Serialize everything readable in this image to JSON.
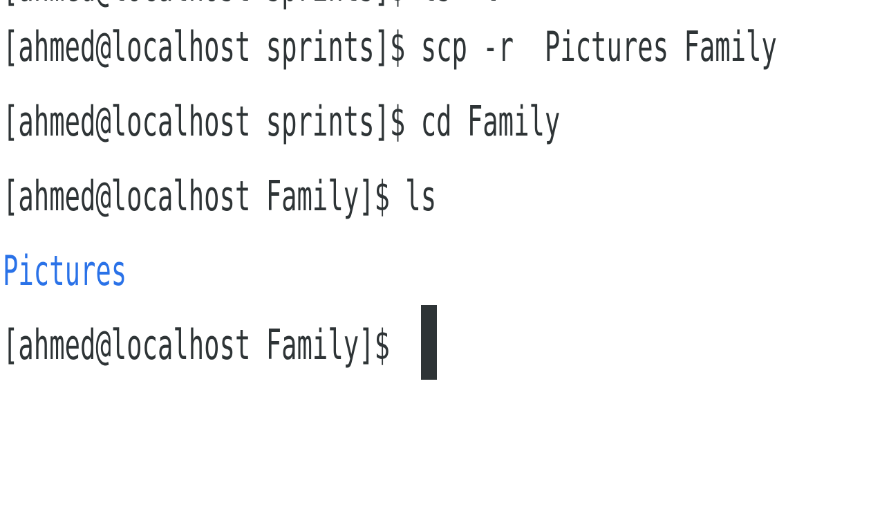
{
  "terminal": {
    "lines": [
      {
        "prompt": "[ahmed@localhost sprints]$",
        "command": " scp -r  Pictures Family"
      },
      {
        "prompt": "[ahmed@localhost sprints]$",
        "command": " cd Family"
      },
      {
        "prompt": "[ahmed@localhost Family]$",
        "command": " ls"
      }
    ],
    "output": [
      "Pictures"
    ],
    "current_prompt": "[ahmed@localhost Family]$",
    "partial_top_line": "[ahmed@localhost sprints]$ ls -l"
  },
  "colors": {
    "text": "#2e3436",
    "directory": "#2a72e8",
    "background": "#ffffff",
    "cursor": "#2e3436"
  }
}
